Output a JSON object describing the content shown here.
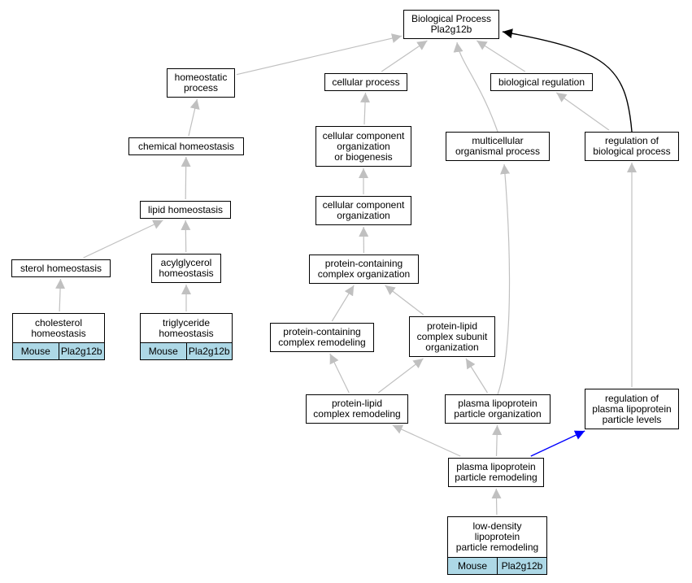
{
  "graph": {
    "nodes": [
      {
        "id": "root",
        "label": "Biological Process\nPla2g12b"
      },
      {
        "id": "homeo",
        "label": "homeostatic\nprocess"
      },
      {
        "id": "cellproc",
        "label": "cellular process"
      },
      {
        "id": "bioreg",
        "label": "biological regulation"
      },
      {
        "id": "chemhomeo",
        "label": "chemical homeostasis"
      },
      {
        "id": "ccob",
        "label": "cellular component\norganization\nor biogenesis"
      },
      {
        "id": "multi",
        "label": "multicellular\norganismal process"
      },
      {
        "id": "regbio",
        "label": "regulation of\nbiological process"
      },
      {
        "id": "lipidhomeo",
        "label": "lipid homeostasis"
      },
      {
        "id": "cco",
        "label": "cellular component\norganization"
      },
      {
        "id": "sterol",
        "label": "sterol homeostasis"
      },
      {
        "id": "acyl",
        "label": "acylglycerol\nhomeostasis"
      },
      {
        "id": "pcco",
        "label": "protein-containing\ncomplex organization"
      },
      {
        "id": "chol",
        "label": "cholesterol\nhomeostasis",
        "annotation": {
          "species": "Mouse",
          "gene": "Pla2g12b"
        }
      },
      {
        "id": "trig",
        "label": "triglyceride\nhomeostasis",
        "annotation": {
          "species": "Mouse",
          "gene": "Pla2g12b"
        }
      },
      {
        "id": "pccr",
        "label": "protein-containing\ncomplex remodeling"
      },
      {
        "id": "plcso",
        "label": "protein-lipid\ncomplex subunit\norganization"
      },
      {
        "id": "plcr",
        "label": "protein-lipid\ncomplex remodeling"
      },
      {
        "id": "plpo",
        "label": "plasma lipoprotein\nparticle organization"
      },
      {
        "id": "regplpl",
        "label": "regulation of\nplasma lipoprotein\nparticle levels"
      },
      {
        "id": "plpr",
        "label": "plasma lipoprotein\nparticle remodeling"
      },
      {
        "id": "ldlpr",
        "label": "low-density\nlipoprotein\nparticle remodeling",
        "annotation": {
          "species": "Mouse",
          "gene": "Pla2g12b"
        }
      }
    ],
    "edges": [
      {
        "from": "homeo",
        "to": "root",
        "color": "#c0c0c0"
      },
      {
        "from": "cellproc",
        "to": "root",
        "color": "#c0c0c0"
      },
      {
        "from": "bioreg",
        "to": "root",
        "color": "#c0c0c0"
      },
      {
        "from": "multi",
        "to": "root",
        "color": "#c0c0c0"
      },
      {
        "from": "regbio",
        "to": "root",
        "color": "#000000"
      },
      {
        "from": "chemhomeo",
        "to": "homeo",
        "color": "#c0c0c0"
      },
      {
        "from": "ccob",
        "to": "cellproc",
        "color": "#c0c0c0"
      },
      {
        "from": "regbio",
        "to": "bioreg",
        "color": "#c0c0c0"
      },
      {
        "from": "lipidhomeo",
        "to": "chemhomeo",
        "color": "#c0c0c0"
      },
      {
        "from": "cco",
        "to": "ccob",
        "color": "#c0c0c0"
      },
      {
        "from": "sterol",
        "to": "lipidhomeo",
        "color": "#c0c0c0"
      },
      {
        "from": "acyl",
        "to": "lipidhomeo",
        "color": "#c0c0c0"
      },
      {
        "from": "pcco",
        "to": "cco",
        "color": "#c0c0c0"
      },
      {
        "from": "chol",
        "to": "sterol",
        "color": "#c0c0c0"
      },
      {
        "from": "trig",
        "to": "acyl",
        "color": "#c0c0c0"
      },
      {
        "from": "pccr",
        "to": "pcco",
        "color": "#c0c0c0"
      },
      {
        "from": "plcso",
        "to": "pcco",
        "color": "#c0c0c0"
      },
      {
        "from": "plcr",
        "to": "pccr",
        "color": "#c0c0c0"
      },
      {
        "from": "plcr",
        "to": "plcso",
        "color": "#c0c0c0"
      },
      {
        "from": "plpo",
        "to": "plcso",
        "color": "#c0c0c0"
      },
      {
        "from": "plpo",
        "to": "multi",
        "color": "#c0c0c0"
      },
      {
        "from": "regplpl",
        "to": "regbio",
        "color": "#c0c0c0"
      },
      {
        "from": "plpr",
        "to": "plcr",
        "color": "#c0c0c0"
      },
      {
        "from": "plpr",
        "to": "plpo",
        "color": "#c0c0c0"
      },
      {
        "from": "plpr",
        "to": "regplpl",
        "color": "#0000ff"
      },
      {
        "from": "ldlpr",
        "to": "plpr",
        "color": "#c0c0c0"
      }
    ]
  }
}
